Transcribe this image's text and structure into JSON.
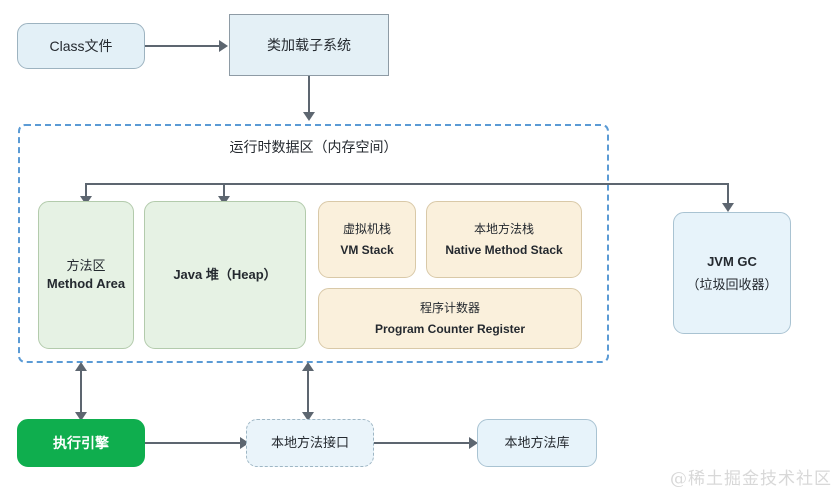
{
  "diagram": {
    "title_watermark": "@稀土掘金技术社区",
    "colors": {
      "blue_fill": "#e3f0f7",
      "blue_border": "#9db3c0",
      "green_fill": "#e6f2e4",
      "green_border": "#b3cbac",
      "cream_fill": "#faf0dc",
      "cream_border": "#d9c9a8",
      "accent_green": "#0fae4e",
      "dashed_blue": "#5b9bd5",
      "connector": "#5d6670",
      "text": "#24292f"
    }
  },
  "nodes": {
    "class_file": {
      "label": "Class文件"
    },
    "class_loader": {
      "label": "类加载子系统"
    },
    "runtime_area": {
      "label": "运行时数据区（内存空间）"
    },
    "method_area": {
      "line1": "方法区",
      "line2": "Method Area"
    },
    "java_heap": {
      "line1": "Java 堆（Heap）",
      "line2": ""
    },
    "vm_stack": {
      "line1": "虚拟机栈",
      "line2": "VM Stack"
    },
    "native_method_stack": {
      "line1": "本地方法栈",
      "line2": "Native Method Stack"
    },
    "program_counter": {
      "line1": "程序计数器",
      "line2": "Program Counter Register"
    },
    "jvm_gc": {
      "line1": "JVM GC",
      "line2": "（垃圾回收器）"
    },
    "execution_engine": {
      "label": "执行引擎"
    },
    "native_method_interface": {
      "label": "本地方法接口"
    },
    "native_method_library": {
      "label": "本地方法库"
    }
  }
}
